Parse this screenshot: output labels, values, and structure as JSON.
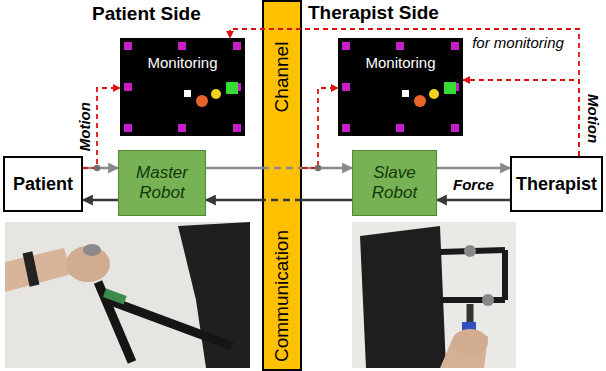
{
  "diagram": {
    "nodes": [
      {
        "text": [
          "Monitoring"
        ]
      },
      {
        "text": [
          "Channel",
          "Communication"
        ]
      },
      {
        "text": [
          "Monitoring"
        ]
      },
      {
        "text": [
          "Patient"
        ]
      },
      {
        "text": [
          "Master Robot"
        ]
      },
      {
        "text": [
          "Slave Robot"
        ]
      },
      {
        "text": [
          "Therapist"
        ]
      }
    ],
    "edges": [
      {
        "from": 3,
        "to": 4,
        "arrow": "to"
      },
      {
        "from": 4,
        "to": 5,
        "arrow": "to"
      },
      {
        "from": 5,
        "to": 6,
        "arrow": "to"
      },
      {
        "from": 6,
        "to": 5,
        "label": "Force",
        "arrow": "to"
      },
      {
        "from": 5,
        "to": 4,
        "arrow": "to"
      },
      {
        "from": 4,
        "to": 3,
        "arrow": "to"
      },
      {
        "from": 3,
        "to": 0,
        "label": "Motion",
        "arrow": "to"
      },
      {
        "from": 1,
        "to": 2,
        "arrow": "to"
      },
      {
        "from": 6,
        "to": 2,
        "label": "for monitoring",
        "arrow": "to"
      },
      {
        "from": 6,
        "to": 0,
        "label": "Motion",
        "arrow": "to"
      }
    ],
    "labels": [
      "Patient Side",
      "Therapist Side"
    ]
  }
}
